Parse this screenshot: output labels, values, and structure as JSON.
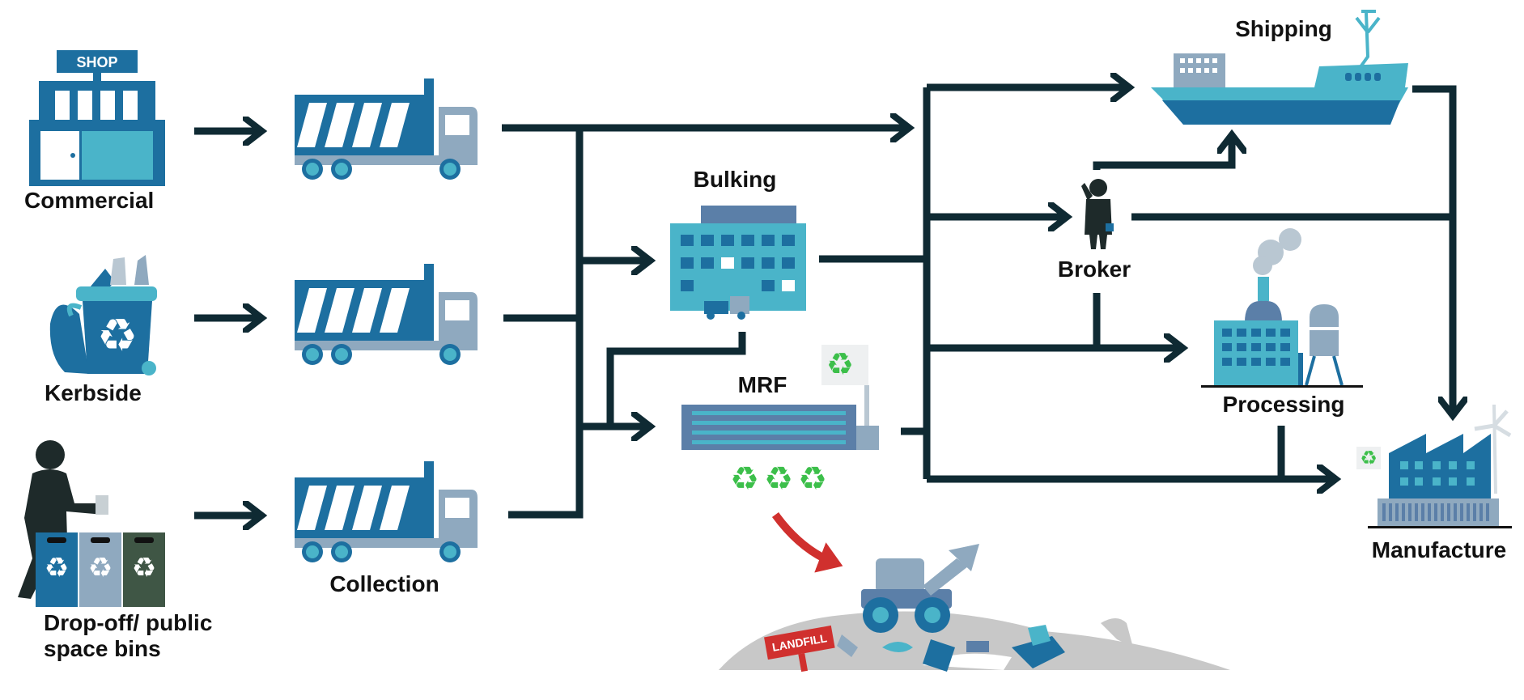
{
  "nodes": {
    "commercial": "Commercial",
    "kerbside": "Kerbside",
    "dropoff": "Drop-off/ public space bins",
    "collection": "Collection",
    "bulking": "Bulking",
    "mrf": "MRF",
    "shipping": "Shipping",
    "broker": "Broker",
    "processing": "Processing",
    "manufacture": "Manufacture"
  },
  "signs": {
    "shop": "SHOP",
    "landfill": "LANDFILL"
  },
  "colors": {
    "primary_blue": "#1d6fa0",
    "light_blue": "#4ab4c9",
    "grey_blue": "#8fa9bf",
    "arrow": "#0f2a33",
    "recycle_green": "#3cbf4a",
    "landfill_red": "#d0302e",
    "ground_grey": "#c8c8c8"
  }
}
